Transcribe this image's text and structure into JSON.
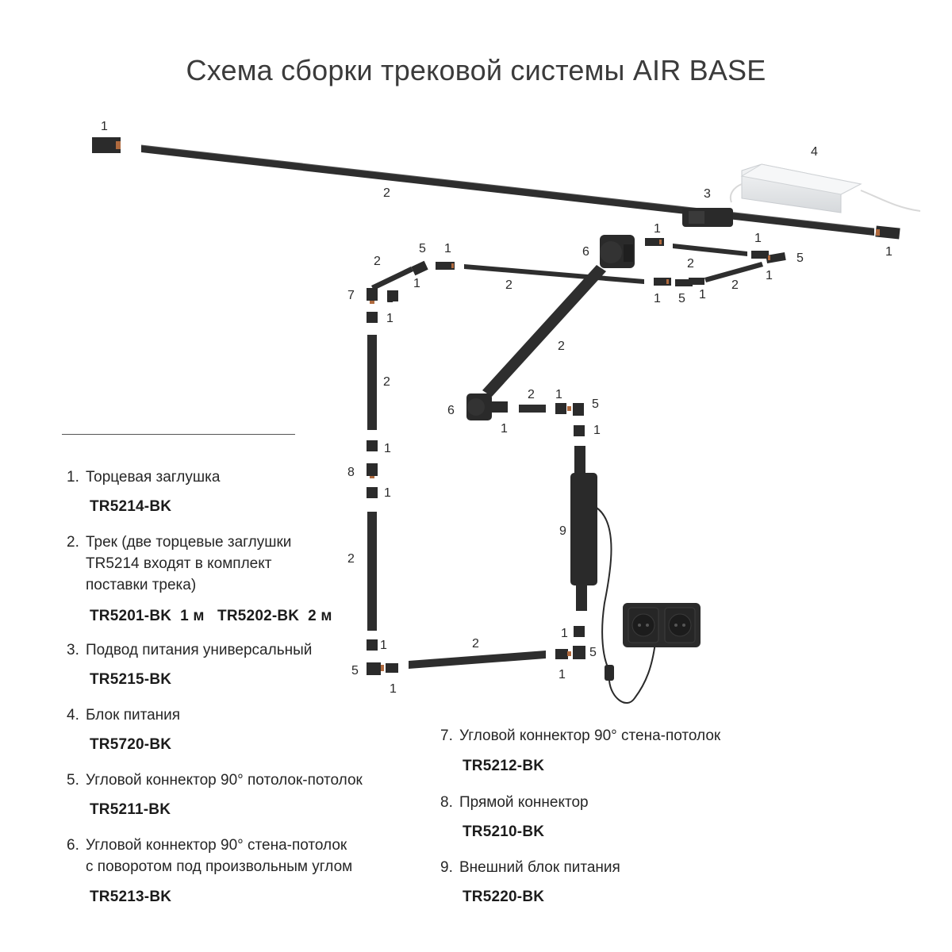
{
  "title": "Схема сборки трековой системы AIR BASE",
  "diagram_labels": {
    "l1": "1",
    "l2": "2",
    "l3": "3",
    "l4": "4",
    "l5": "5",
    "l6": "6",
    "l7": "7",
    "l8": "8",
    "l9": "9"
  },
  "legend": [
    {
      "num": "1.",
      "desc_lines": [
        "Торцевая заглушка"
      ],
      "code": "TR5214-BK"
    },
    {
      "num": "2.",
      "desc_lines": [
        "Трек (две торцевые заглушки",
        "TR5214 входят в комплект",
        "поставки трека)"
      ],
      "code": "TR5201-BK  1 м   TR5202-BK  2 м"
    },
    {
      "num": "3.",
      "desc_lines": [
        "Подвод питания универсальный"
      ],
      "code": "TR5215-BK"
    },
    {
      "num": "4.",
      "desc_lines": [
        "Блок питания"
      ],
      "code": "TR5720-BK"
    },
    {
      "num": "5.",
      "desc_lines": [
        "Угловой коннектор 90° потолок-потолок"
      ],
      "code": "TR5211-BK"
    },
    {
      "num": "6.",
      "desc_lines": [
        "Угловой коннектор 90° стена-потолок",
        "с поворотом под произвольным углом"
      ],
      "code": "TR5213-BK"
    },
    {
      "num": "7.",
      "desc_lines": [
        "Угловой коннектор 90° стена-потолок"
      ],
      "code": "TR5212-BK"
    },
    {
      "num": "8.",
      "desc_lines": [
        "Прямой коннектор"
      ],
      "code": "TR5210-BK"
    },
    {
      "num": "9.",
      "desc_lines": [
        "Внешний блок питания"
      ],
      "code": "TR5220-BK"
    }
  ],
  "colors": {
    "track": "#2c2c2c",
    "cap_accent": "#b06a3e",
    "psu": "#e4e6e8",
    "text": "#262626"
  }
}
